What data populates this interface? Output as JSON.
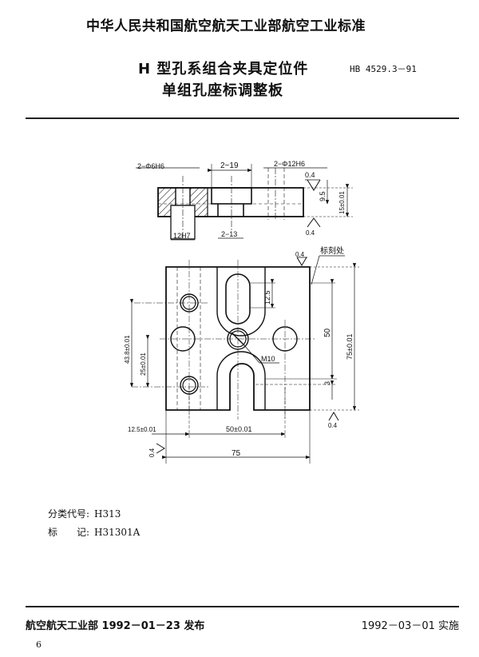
{
  "header": {
    "standard_authority": "中华人民共和国航空航天工业部航空工业标准",
    "title_line1": "H 型孔系组合夹具定位件",
    "title_line2": "单组孔座标调整板",
    "standard_code": "HB 4529.3－91"
  },
  "drawing": {
    "section_view": {
      "dim_holes_left": "2−Φ6H6",
      "dim_counterbore": "2−19",
      "dim_holes_right": "2−Φ12H6",
      "dim_bore": "12H7",
      "dim_slot_width": "2−13",
      "roughness_top": "0.4",
      "roughness_bottom": "0.4",
      "dim_step_height": "9.5",
      "dim_thickness": "15±0.01"
    },
    "plan_view": {
      "marking_location_label": "标刻处",
      "roughness_top": "0.4",
      "roughness_right": "0.4",
      "roughness_left": "0.4",
      "dim_slot_length": "12.5",
      "dim_slot_center": "50",
      "dim_gap": "3",
      "dim_height": "75±0.01",
      "dim_thread": "M10",
      "dim_hole_offset_1": "43.8±0.01",
      "dim_hole_offset_2": "25±0.01",
      "dim_left_offset": "12.5±0.01",
      "dim_hole_spacing": "50±0.01",
      "dim_width": "75"
    }
  },
  "metadata": {
    "classification_label": "分类代号:",
    "classification_value": "H313",
    "mark_label": "标　　记:",
    "mark_value": "H31301A"
  },
  "footer": {
    "issued": "航空航天工业部 1992－01－23 发布",
    "effective": "1992－03－01 实施",
    "page_number": "6"
  }
}
